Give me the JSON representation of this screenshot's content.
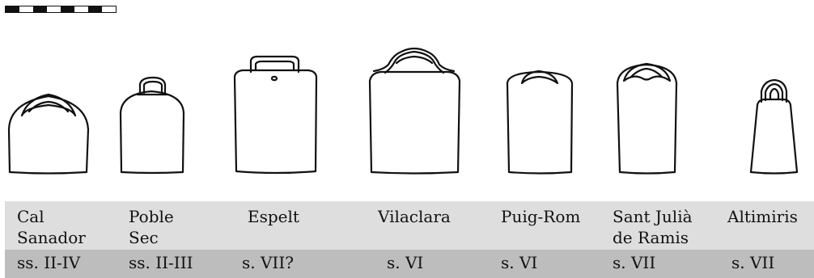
{
  "bells": [
    {
      "name": "Cal\nSanador",
      "date": "ss. II-IV"
    },
    {
      "name": "Poble\nSec",
      "date": "ss. II-III"
    },
    {
      "name": "Espelt",
      "date": "s. VII?"
    },
    {
      "name": "Vilaclara",
      "date": "s. VI"
    },
    {
      "name": "Puig-Rom",
      "date": "s. VI"
    },
    {
      "name": "Sant Julià\nde Ramis",
      "date": "s. VII"
    },
    {
      "name": "Altimiris",
      "date": "s. VII"
    }
  ],
  "scale_bar": {
    "segments": 8
  },
  "colors": {
    "stroke": "#111111",
    "names_row_bg": "#dedede",
    "dates_row_bg": "#bdbdbd"
  }
}
